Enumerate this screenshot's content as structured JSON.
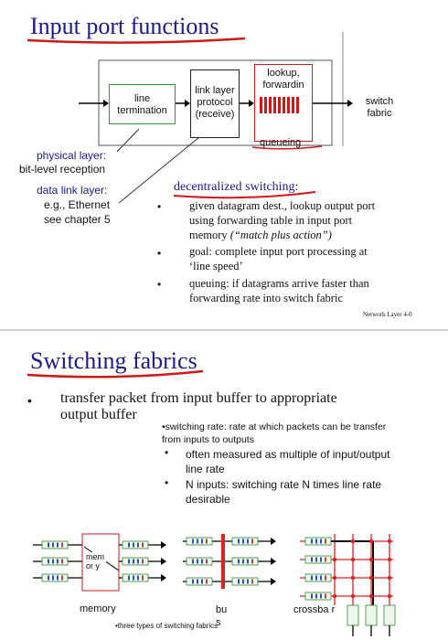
{
  "slide1": {
    "title": "Input port functions",
    "diagram": {
      "line_termination": "line termination",
      "link_layer": "link layer protocol (receive)",
      "lookup": "lookup, forwardin",
      "queueing": "queueing",
      "switch_fabric": "switch fabric"
    },
    "physical_layer_label": "physical layer:",
    "physical_layer_desc": "bit-level reception",
    "data_link_label": "data link layer:",
    "data_link_desc1": "e.g., Ethernet",
    "data_link_desc2": "see chapter 5",
    "decentralized_heading": "decentralized switching:",
    "bullets": [
      {
        "line1": "given datagram dest., lookup output port",
        "line2": "using forwarding table in input port",
        "line3": "memory ",
        "line3_em": "(“match plus action”)"
      },
      {
        "line1": "goal: complete input port processing at",
        "line2": "‘line speed’"
      },
      {
        "line1": "queuing: if datagrams arrive faster than",
        "line2": "forwarding rate into switch fabric"
      }
    ],
    "footer": "Network Layer 4-0"
  },
  "slide2": {
    "title": "Switching fabrics",
    "main_bullet_line1": "transfer packet from input buffer to appropriate",
    "main_bullet_line2": "output buffer",
    "rate_line1": "•switching rate: rate at which packets can be transfer",
    "rate_line2": "from inputs to outputs",
    "sub_bullets": [
      {
        "line1": "often measured as multiple of input/output",
        "line2": "line rate"
      },
      {
        "line1": "N inputs: switching rate N times line rate",
        "line2": "desirable"
      }
    ],
    "memory_box_label": "memor y",
    "label_memory": "memory",
    "label_bus": "bu s",
    "label_crossbar": "crossba r",
    "caption": "•three types of switching fabrics",
    "colors": {
      "title": "#1a1a8c",
      "underline": "#d01818",
      "accent": "#e02020"
    }
  }
}
